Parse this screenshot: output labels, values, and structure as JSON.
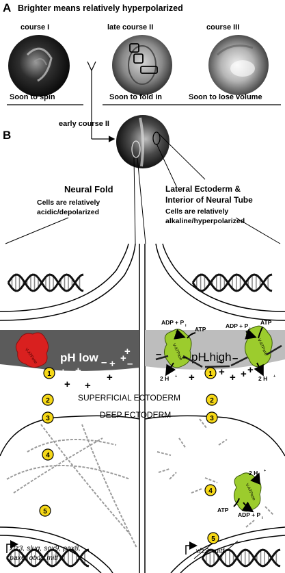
{
  "panel_a": {
    "letter": "A",
    "heading": "Brighter means relatively hyperpolarized",
    "courses": [
      {
        "title": "course I",
        "caption": "Soon to spin"
      },
      {
        "title": "late course II",
        "caption": "Soon to fold in"
      },
      {
        "title": "course III",
        "caption": "Soon to lose volume"
      }
    ]
  },
  "panel_b": {
    "letter": "B",
    "early_label": "early course II",
    "left_region": {
      "title": "Neural Fold",
      "line1": "Cells are relatively",
      "line2": "acidic/depolarized"
    },
    "right_region": {
      "title1": "Lateral Ectoderm &",
      "title2": "Interior of Neural Tube",
      "line1": "Cells are relatively",
      "line2": "alkaline/hyperpolarized"
    }
  },
  "cell": {
    "ph_low": "pH low",
    "ph_high": "pH high",
    "pump_label": "V-ATPase",
    "adp": "ADP + P",
    "sub_i": "i",
    "atp": "ATP",
    "proton": "2 H",
    "superficial": "SUPERFICIAL ECTODERM",
    "deep": "DEEP ECTODERM",
    "numbers": [
      "1",
      "2",
      "3",
      "4",
      "5"
    ],
    "genes_left_line1": "xfz3, slug, sox9, pax8,",
    "genes_left_line2": "pax6, otx2, mitf",
    "genes_right": "xfz3, mitf"
  },
  "colors": {
    "pump_red": "#d9201f",
    "pump_green": "#9ccc2d",
    "marker_yellow": "#f6d817",
    "membrane_dark": "#5b5b5b",
    "membrane_light": "#bdbdbd"
  }
}
